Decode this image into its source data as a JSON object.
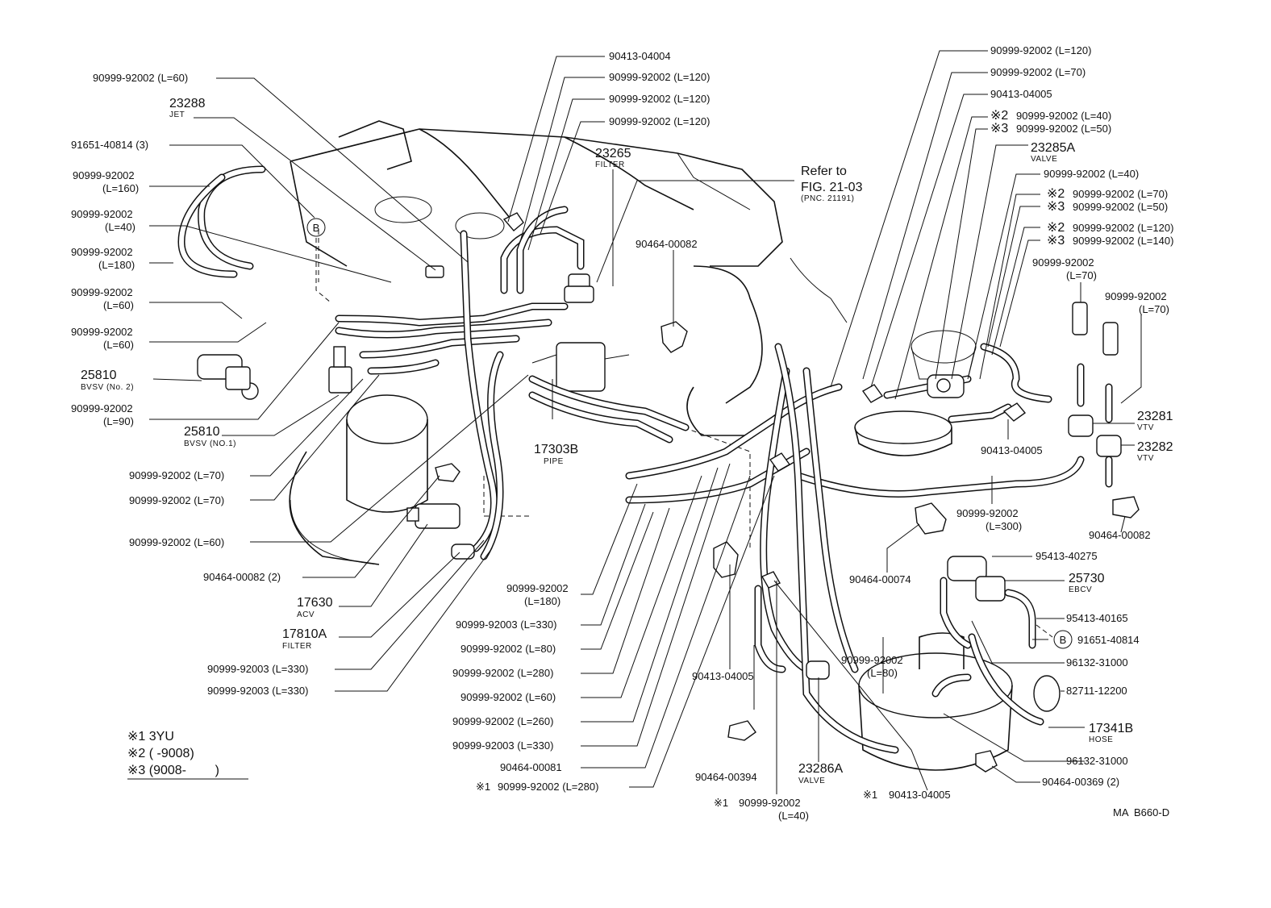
{
  "callouts": {
    "l1": "90999-92002 (L=60)",
    "l2": "23288",
    "l2s": "JET",
    "l3": "91651-40814 (3)",
    "l4a": "90999-92002",
    "l4b": "(L=160)",
    "l5a": "90999-92002",
    "l5b": "(L=40)",
    "l6a": "90999-92002",
    "l6b": "(L=180)",
    "l7a": "90999-92002",
    "l7b": "(L=60)",
    "l8a": "90999-92002",
    "l8b": "(L=60)",
    "l9": "25810",
    "l9s": "BVSV (No. 2)",
    "l10a": "90999-92002",
    "l10b": "(L=90)",
    "l11": "25810",
    "l11s": "BVSV (NO.1)",
    "l12": "90999-92002 (L=70)",
    "l13": "90999-92002 (L=70)",
    "l14": "90999-92002 (L=60)",
    "l15": "90464-00082 (2)",
    "l16": "17630",
    "l16s": "ACV",
    "l17": "17810A",
    "l17s": "FILTER",
    "l18": "90999-92003 (L=330)",
    "l19": "90999-92003 (L=330)",
    "t1": "90413-04004",
    "t2": "90999-92002 (L=120)",
    "t3": "90999-92002 (L=120)",
    "t4": "90999-92002 (L=120)",
    "t5": "23265",
    "t5s": "FILTER",
    "t6a": "Refer to",
    "t6b": "FIG. 21-03",
    "t6c": "(PNC. 21191)",
    "t7": "90464-00082",
    "t8": "17303B",
    "t8s": "PIPE",
    "b1a": "90999-92002",
    "b1b": "(L=180)",
    "b2": "90999-92003 (L=330)",
    "b3": "90999-92002 (L=80)",
    "b4": "90999-92002 (L=280)",
    "b5": "90999-92002 (L=60)",
    "b6": "90999-92002 (L=260)",
    "b7": "90999-92003 (L=330)",
    "b8": "90464-00081",
    "b9": "90999-92002 (L=280)",
    "c1": "90413-04005",
    "c2": "90464-00394",
    "c3a": "90999-92002",
    "c3b": "(L=40)",
    "c4": "23286A",
    "c4s": "VALVE",
    "c5a": "90999-92002",
    "c5b": "(L=80)",
    "c6": "90413-04005",
    "c7": "90464-00074",
    "r1": "90999-92002 (L=120)",
    "r2": "90999-92002 (L=70)",
    "r3": "90413-04005",
    "r4": "90999-92002 (L=40)",
    "r5": "90999-92002 (L=50)",
    "r6": "23285A",
    "r6s": "VALVE",
    "r7": "90999-92002 (L=40)",
    "r8": "90999-92002 (L=70)",
    "r9": "90999-92002 (L=50)",
    "r10": "90999-92002 (L=120)",
    "r11": "90999-92002 (L=140)",
    "r12a": "90999-92002",
    "r12b": "(L=70)",
    "r13a": "90999-92002",
    "r13b": "(L=70)",
    "r14": "23281",
    "r14s": "VTV",
    "r15": "23282",
    "r15s": "VTV",
    "r16": "90413-04005",
    "r17a": "90999-92002",
    "r17b": "(L=300)",
    "r18": "90464-00082",
    "r19": "95413-40275",
    "r20": "25730",
    "r20s": "EBCV",
    "r21": "95413-40165",
    "r22": "91651-40814",
    "r23": "96132-31000",
    "r24": "82711-12200",
    "r25": "17341B",
    "r25s": "HOSE",
    "r26": "96132-31000",
    "r27": "90464-00369 (2)"
  },
  "marks": {
    "m1": "※1",
    "m2": "※2",
    "m3": "※3",
    "b": "B"
  },
  "legend": {
    "row1": "※1 3YU",
    "row2": "※2 (       -9008)",
    "row3": "※3 (9008-        )"
  },
  "code": "MA  B660-D"
}
